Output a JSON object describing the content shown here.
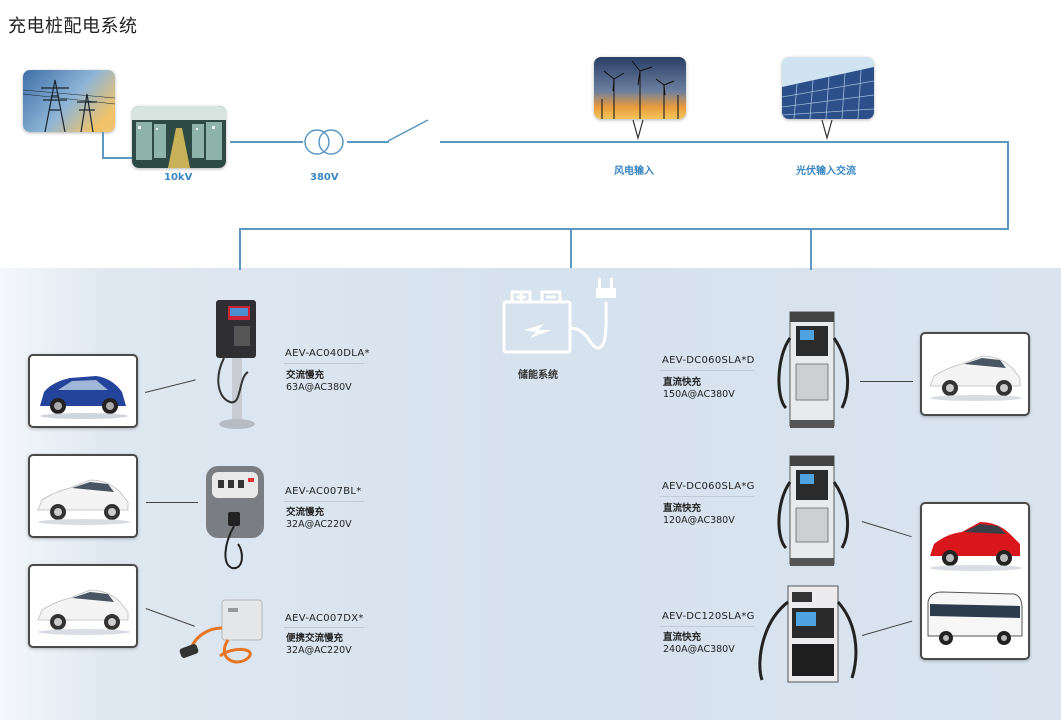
{
  "page": {
    "title": "充电桩配电系统"
  },
  "top_line": {
    "labels": {
      "voltage_10kv": "10kV",
      "voltage_380v": "380V",
      "wind": "风电输入",
      "solar": "光伏输入交流"
    }
  },
  "storage": {
    "label": "储能系统"
  },
  "left_chargers": [
    {
      "model": "AEV-AC040DLA*",
      "type": "交流慢充",
      "rating": "63A@AC380V"
    },
    {
      "model": "AEV-AC007BL*",
      "type": "交流慢充",
      "rating": "32A@AC220V"
    },
    {
      "model": "AEV-AC007DX*",
      "type": "便携交流慢充",
      "rating": "32A@AC220V"
    }
  ],
  "right_chargers": [
    {
      "model": "AEV-DC060SLA*D",
      "type": "直流快充",
      "rating": "150A@AC380V"
    },
    {
      "model": "AEV-DC060SLA*G",
      "type": "直流快充",
      "rating": "120A@AC380V"
    },
    {
      "model": "AEV-DC120SLA*G",
      "type": "直流快充",
      "rating": "240A@AC380V"
    }
  ],
  "colors": {
    "line": "#5d98c2",
    "label": "#3b87c4",
    "panel": "#d6e2ee"
  },
  "icons": [
    "transmission-tower-photo",
    "substation-photo",
    "transformer-icon",
    "switch-icon",
    "wind-turbine-photo",
    "solar-panel-photo",
    "battery-icon",
    "plug-icon",
    "car-icon",
    "bus-icon",
    "charger-icon"
  ]
}
